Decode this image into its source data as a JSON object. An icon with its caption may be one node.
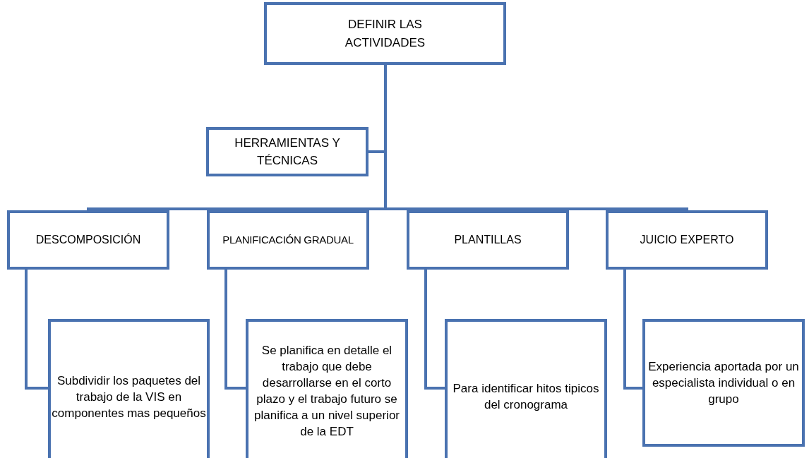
{
  "diagram": {
    "nodes": [
      {
        "text": [
          "DEFINIR LAS ACTIVIDADES"
        ]
      },
      {
        "text": [
          "HERRAMIENTAS Y TÉCNICAS"
        ]
      },
      {
        "text": [
          "DESCOMPOSICIÓN"
        ]
      },
      {
        "text": [
          "PLANIFICACIÓN GRADUAL"
        ]
      },
      {
        "text": [
          "PLANTILLAS"
        ]
      },
      {
        "text": [
          "JUICIO EXPERTO"
        ]
      },
      {
        "text": [
          "Subdividir los paquetes del trabajo de la VIS en componentes mas pequeños"
        ]
      },
      {
        "text": [
          "Se planifica en detalle el trabajo que debe desarrollarse en el corto plazo y el trabajo futuro se planifica a un nivel superior de la EDT"
        ]
      },
      {
        "text": [
          "Para identificar hitos tipicos del cronograma"
        ]
      },
      {
        "text": [
          "Experiencia aportada por un especialista individual o en grupo"
        ]
      }
    ],
    "edges": [
      {
        "from": 0,
        "to": 1,
        "arrow": "none"
      },
      {
        "from": 0,
        "to": 2,
        "arrow": "none"
      },
      {
        "from": 0,
        "to": 3,
        "arrow": "none"
      },
      {
        "from": 0,
        "to": 4,
        "arrow": "none"
      },
      {
        "from": 0,
        "to": 5,
        "arrow": "none"
      },
      {
        "from": 2,
        "to": 6,
        "arrow": "none"
      },
      {
        "from": 3,
        "to": 7,
        "arrow": "none"
      },
      {
        "from": 4,
        "to": 8,
        "arrow": "none"
      },
      {
        "from": 5,
        "to": 9,
        "arrow": "none"
      }
    ]
  }
}
